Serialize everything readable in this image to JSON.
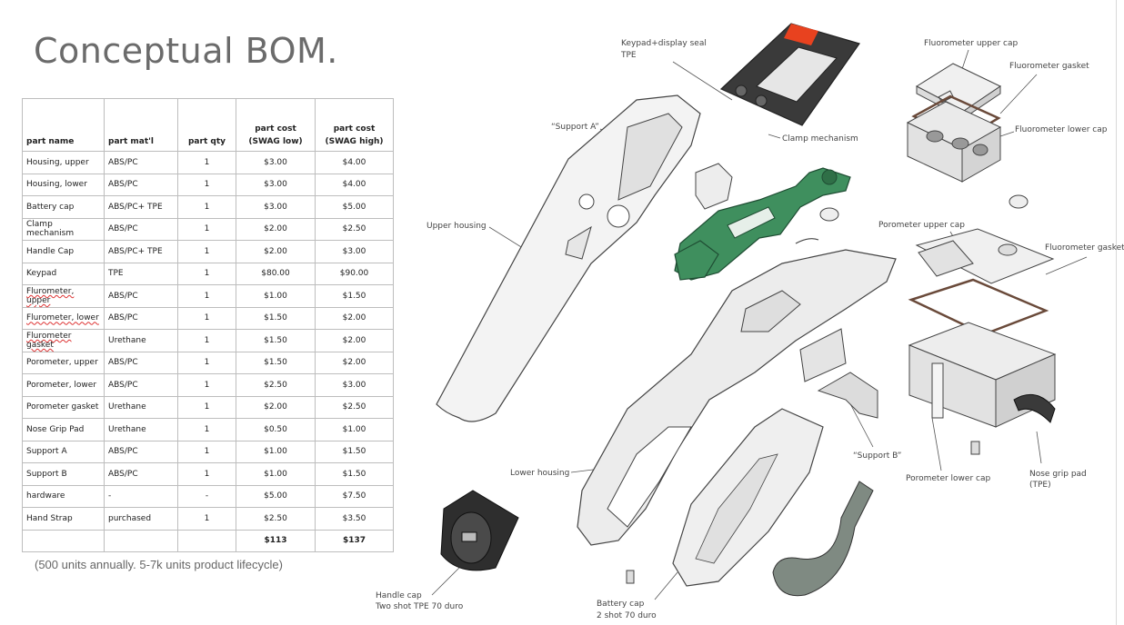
{
  "slide": {
    "title": "Conceptual BOM.",
    "footnote": "(500 units annually. 5-7k units product lifecycle)"
  },
  "bom_table": {
    "headers": {
      "name": "part name",
      "material": "part mat'l",
      "qty": "part qty",
      "cost_low_1": "part cost",
      "cost_low_2": "(SWAG low)",
      "cost_high_1": "part cost",
      "cost_high_2": "(SWAG high)"
    },
    "rows": [
      {
        "name": "Housing, upper",
        "material": "ABS/PC",
        "qty": "1",
        "low": "$3.00",
        "high": "$4.00"
      },
      {
        "name": "Housing, lower",
        "material": "ABS/PC",
        "qty": "1",
        "low": "$3.00",
        "high": "$4.00"
      },
      {
        "name": "Battery cap",
        "material": "ABS/PC+ TPE",
        "qty": "1",
        "low": "$3.00",
        "high": "$5.00"
      },
      {
        "name": "Clamp mechanism",
        "material": "ABS/PC",
        "qty": "1",
        "low": "$2.00",
        "high": "$2.50"
      },
      {
        "name": "Handle Cap",
        "material": "ABS/PC+ TPE",
        "qty": "1",
        "low": "$2.00",
        "high": "$3.00"
      },
      {
        "name": "Keypad",
        "material": "TPE",
        "qty": "1",
        "low": "$80.00",
        "high": "$90.00"
      },
      {
        "name": "Flurometer, upper",
        "material": "ABS/PC",
        "qty": "1",
        "low": "$1.00",
        "high": "$1.50"
      },
      {
        "name": "Flurometer, lower",
        "material": "ABS/PC",
        "qty": "1",
        "low": "$1.50",
        "high": "$2.00"
      },
      {
        "name": "Flurometer gasket",
        "material": "Urethane",
        "qty": "1",
        "low": "$1.50",
        "high": "$2.00"
      },
      {
        "name": "Porometer, upper",
        "material": "ABS/PC",
        "qty": "1",
        "low": "$1.50",
        "high": "$2.00"
      },
      {
        "name": "Porometer, lower",
        "material": "ABS/PC",
        "qty": "1",
        "low": "$2.50",
        "high": "$3.00"
      },
      {
        "name": "Porometer gasket",
        "material": "Urethane",
        "qty": "1",
        "low": "$2.00",
        "high": "$2.50"
      },
      {
        "name": "Nose Grip Pad",
        "material": "Urethane",
        "qty": "1",
        "low": "$0.50",
        "high": "$1.00"
      },
      {
        "name": "Support A",
        "material": "ABS/PC",
        "qty": "1",
        "low": "$1.00",
        "high": "$1.50"
      },
      {
        "name": "Support B",
        "material": "ABS/PC",
        "qty": "1",
        "low": "$1.00",
        "high": "$1.50"
      },
      {
        "name": "hardware",
        "material": "-",
        "qty": "-",
        "low": "$5.00",
        "high": "$7.50"
      },
      {
        "name": "Hand Strap",
        "material": "purchased",
        "qty": "1",
        "low": "$2.50",
        "high": "$3.50"
      }
    ],
    "totals": {
      "name": "",
      "material": "",
      "qty": "",
      "low": "$113",
      "high": "$137"
    }
  },
  "drawing_labels": {
    "keypad_seal_1": "Keypad+display seal",
    "keypad_seal_2": "TPE",
    "fluor_upper": "Fluorometer upper cap",
    "fluor_gasket_top": "Fluorometer gasket",
    "fluor_lower": "Fluorometer lower cap",
    "support_a": "“Support A”",
    "clamp": "Clamp mechanism",
    "upper_housing": "Upper housing",
    "poro_upper": "Porometer upper cap",
    "fluor_gasket_right": "Fluorometer gasket",
    "support_b": "“Support B”",
    "poro_lower": "Porometer lower cap",
    "nose_pad_1": "Nose grip pad",
    "nose_pad_2": "(TPE)",
    "lower_housing": "Lower housing",
    "handle_cap_1": "Handle cap",
    "handle_cap_2": "Two shot TPE 70 duro",
    "battery_cap_1": "Battery cap",
    "battery_cap_2": "2 shot 70 duro"
  },
  "colors": {
    "accent_green": "#3f8f5e",
    "accent_red": "#e8421f",
    "dark_part": "#3a3a3a",
    "part_fill": "#eeeeee"
  }
}
